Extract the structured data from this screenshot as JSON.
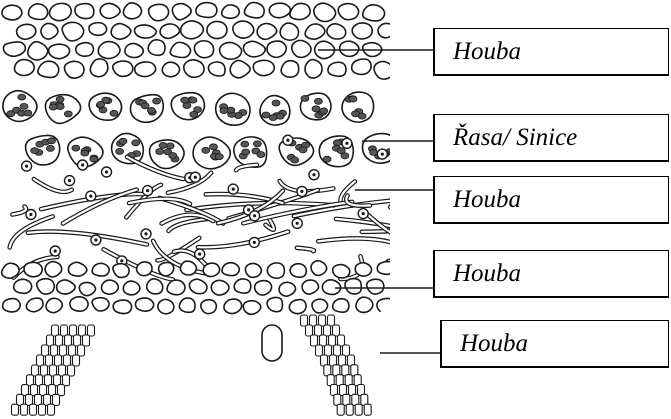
{
  "diagram": {
    "labels": [
      {
        "text": "Houba"
      },
      {
        "text": "Řasa/ Sinice"
      },
      {
        "text": "Houba"
      },
      {
        "text": "Houba"
      },
      {
        "text": "Houba"
      }
    ]
  },
  "colors": {
    "stroke": "#1a1a1a",
    "cell_fill": "#ffffff",
    "algae_fill": "#555555",
    "background": "#ffffff"
  }
}
